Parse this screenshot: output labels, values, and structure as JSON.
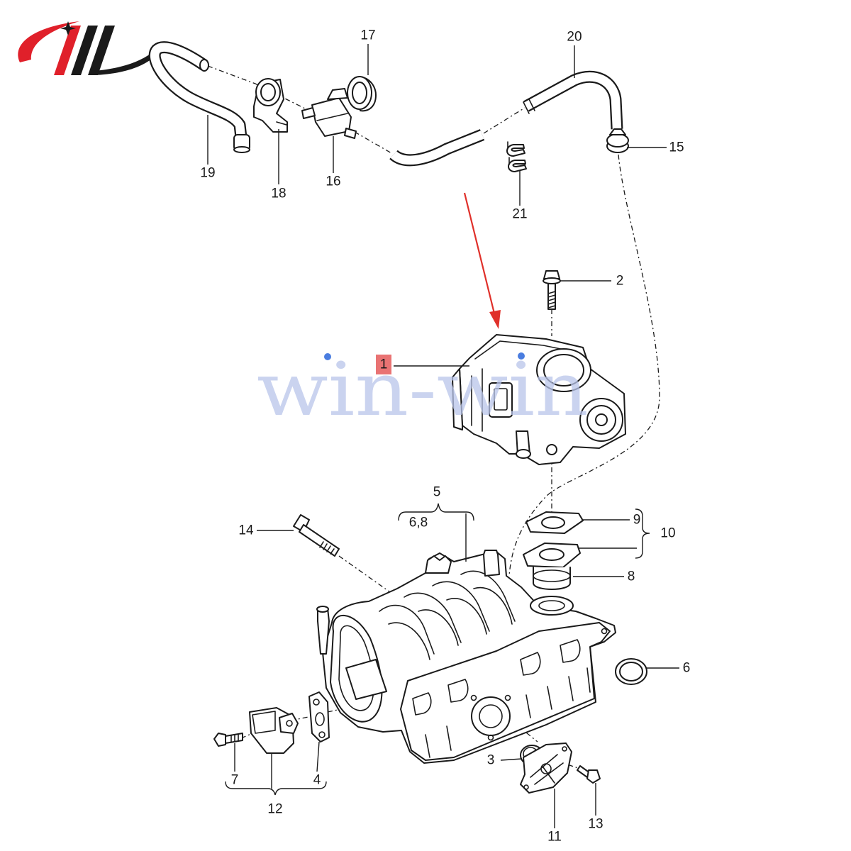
{
  "watermark": {
    "text": "win-win",
    "color": "#b9c5ea"
  },
  "callouts": {
    "p1": "1",
    "p2": "2",
    "p3": "3",
    "p4": "4",
    "p5": "5",
    "p6": "6",
    "p7": "7",
    "p8": "8",
    "p9": "9",
    "p10": "10",
    "p11": "11",
    "p12": "12",
    "p13": "13",
    "p14": "14",
    "p15": "15",
    "p16": "16",
    "p17": "17",
    "p18": "18",
    "p19": "19",
    "p20": "20",
    "p21": "21",
    "p6_8": "6,8"
  },
  "colors": {
    "line": "#1a1a1a",
    "arrow": "#e0302a",
    "highlight": "#e35050",
    "logo_red": "#e0202a",
    "logo_black": "#1a1a1a",
    "dot_blue": "#4a7de0"
  },
  "icons": {
    "logo": "swoosh-slash-logo",
    "pointer": "red-arrow-icon"
  }
}
